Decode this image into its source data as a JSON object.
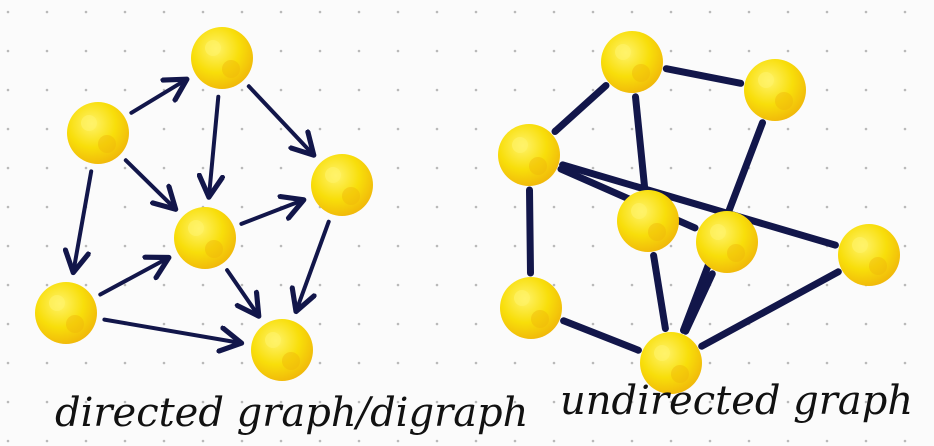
{
  "colors": {
    "background": "#fbfbfb",
    "dot_grid": "#b9b9b9",
    "node_fill": "#f8de0a",
    "node_highlight": "#fff36a",
    "node_shadow": "#f0b50a",
    "edge": "#12164a"
  },
  "directed": {
    "caption": "directed graph/digraph",
    "nodes": [
      "d1",
      "d2",
      "d3",
      "d4",
      "d5",
      "d6",
      "d7"
    ],
    "edges": [
      {
        "from": "d1",
        "to": "d2"
      },
      {
        "from": "d1",
        "to": "d4"
      },
      {
        "from": "d1",
        "to": "d5"
      },
      {
        "from": "d2",
        "to": "d4"
      },
      {
        "from": "d2",
        "to": "d3"
      },
      {
        "from": "d4",
        "to": "d3"
      },
      {
        "from": "d5",
        "to": "d4"
      },
      {
        "from": "d5",
        "to": "d6"
      },
      {
        "from": "d4",
        "to": "d6"
      },
      {
        "from": "d3",
        "to": "d6"
      }
    ]
  },
  "undirected": {
    "caption": "undirected graph",
    "nodes": [
      "u1",
      "u2",
      "u3",
      "u4",
      "u5",
      "u6",
      "u7",
      "u8",
      "u9"
    ],
    "edges": [
      {
        "from": "u1",
        "to": "u2"
      },
      {
        "from": "u1",
        "to": "u3"
      },
      {
        "from": "u1",
        "to": "u5"
      },
      {
        "from": "u2",
        "to": "u4"
      },
      {
        "from": "u2",
        "to": "u6"
      },
      {
        "from": "u2",
        "to": "u7"
      },
      {
        "from": "u4",
        "to": "u9"
      },
      {
        "from": "u5",
        "to": "u8"
      },
      {
        "from": "u6",
        "to": "u8"
      },
      {
        "from": "u3",
        "to": "u8"
      },
      {
        "from": "u7",
        "to": "u8"
      },
      {
        "from": "u9",
        "to": "u8"
      }
    ]
  }
}
